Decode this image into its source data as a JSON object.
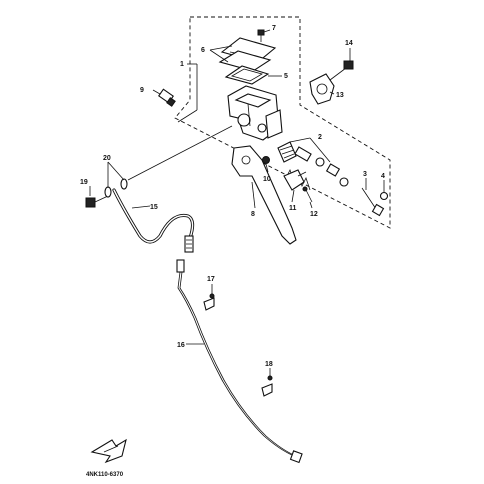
{
  "labels": {
    "c1": "1",
    "c2": "2",
    "c3": "3",
    "c4": "4",
    "c5": "5",
    "c6": "6",
    "c7": "7",
    "c8": "8",
    "c9": "9",
    "c10": "10",
    "c11": "11",
    "c12": "12",
    "c13": "13",
    "c14": "14",
    "c15": "15",
    "c16": "16",
    "c17": "17",
    "c18": "18",
    "c19": "19",
    "c20": "20"
  },
  "diagram_code": "4NK110-6370",
  "icons": {
    "front_arrow": "fwd-arrow-icon"
  }
}
